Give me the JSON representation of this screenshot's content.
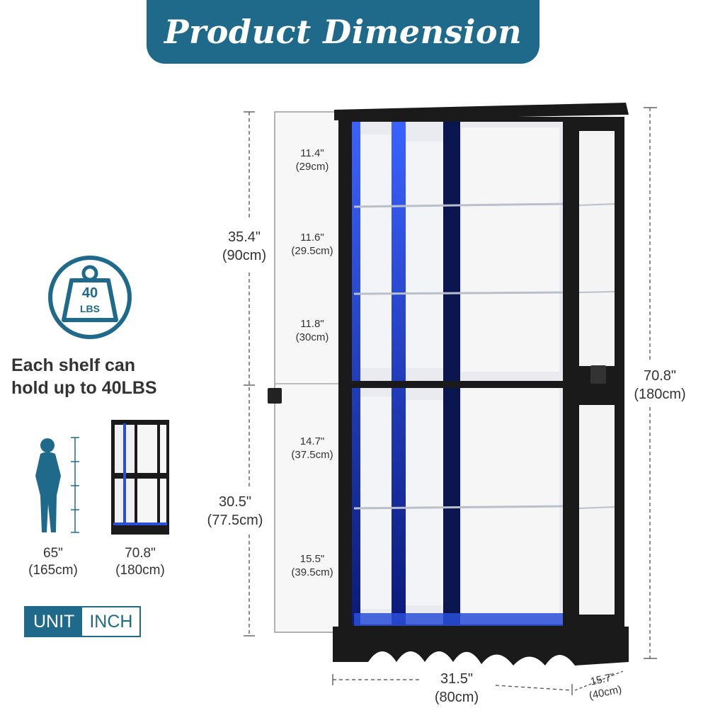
{
  "banner": {
    "title": "Product Dimension"
  },
  "weight": {
    "value": "40",
    "unit": "LBS",
    "note_line1": "Each shelf can",
    "note_line2": "hold up to 40LBS"
  },
  "comparison": {
    "person_inch": "65\"",
    "person_cm": "(165cm)",
    "cabinet_inch": "70.8\"",
    "cabinet_cm": "(180cm)"
  },
  "unit": {
    "label": "UNIT",
    "value": "INCH"
  },
  "dimensions": {
    "upper_section": {
      "inch": "35.4\"",
      "cm": "(90cm)"
    },
    "lower_section": {
      "inch": "30.5\"",
      "cm": "(77.5cm)"
    },
    "total_height": {
      "inch": "70.8\"",
      "cm": "(180cm)"
    },
    "width": {
      "inch": "31.5\"",
      "cm": "(80cm)"
    },
    "depth": {
      "inch": "15.7\"",
      "cm": "(40cm)"
    },
    "shelf_gaps": [
      {
        "inch": "11.4\"",
        "cm": "(29cm)"
      },
      {
        "inch": "11.6\"",
        "cm": "(29.5cm)"
      },
      {
        "inch": "11.8\"",
        "cm": "(30cm)"
      },
      {
        "inch": "14.7\"",
        "cm": "(37.5cm)"
      },
      {
        "inch": "15.5\"",
        "cm": "(39.5cm)"
      }
    ]
  },
  "colors": {
    "brand": "#1f6a8a",
    "cabinet": "#111111",
    "led": "#2a4fd8"
  }
}
